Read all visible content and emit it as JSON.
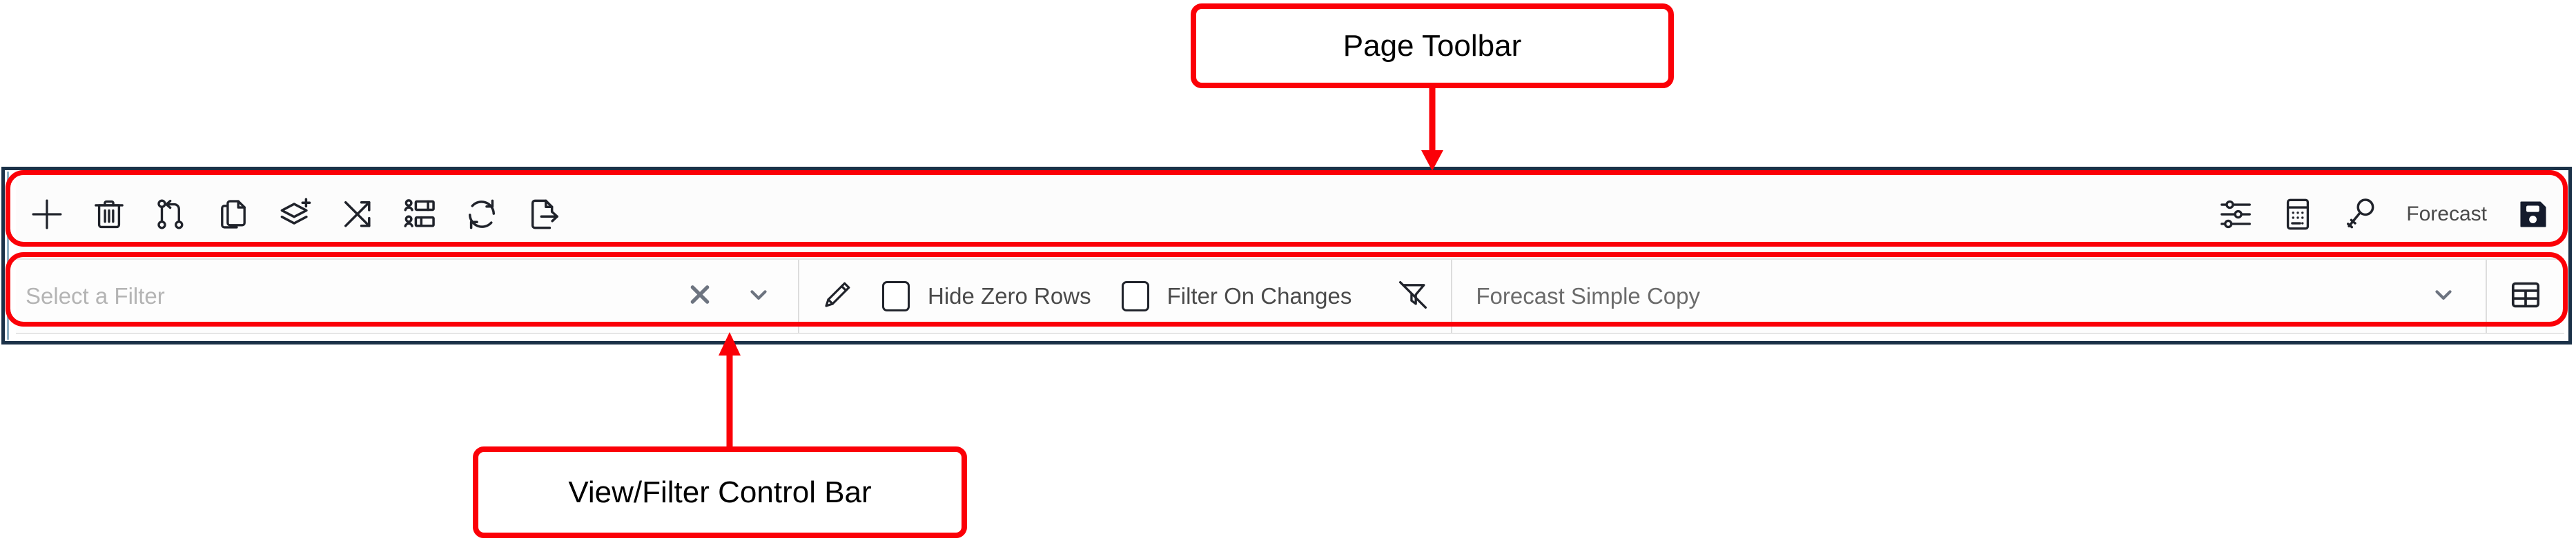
{
  "annotations": {
    "toolbar_callout": "Page Toolbar",
    "filter_callout": "View/Filter Control Bar",
    "highlight_color": "#fb0007"
  },
  "panel": {
    "border_color": "#1b3148",
    "background": "#ffffff"
  },
  "toolbar": {
    "left_buttons": [
      {
        "name": "add",
        "icon": "plus-icon",
        "tooltip": "Add"
      },
      {
        "name": "delete",
        "icon": "trash-icon",
        "tooltip": "Delete"
      },
      {
        "name": "merge",
        "icon": "merge-branch-icon",
        "tooltip": "Merge"
      },
      {
        "name": "copy",
        "icon": "copy-icon",
        "tooltip": "Copy"
      },
      {
        "name": "add-layer",
        "icon": "layers-plus-icon",
        "tooltip": "Add Layer"
      },
      {
        "name": "shuffle",
        "icon": "shuffle-arrows-icon",
        "tooltip": "Shuffle"
      },
      {
        "name": "assign-users",
        "icon": "user-assignment-icon",
        "tooltip": "Assign"
      },
      {
        "name": "refresh",
        "icon": "refresh-icon",
        "tooltip": "Refresh"
      },
      {
        "name": "export",
        "icon": "file-export-icon",
        "tooltip": "Export"
      }
    ],
    "right_buttons": [
      {
        "name": "settings",
        "icon": "sliders-icon",
        "tooltip": "Settings"
      },
      {
        "name": "calculator",
        "icon": "calculator-icon",
        "tooltip": "Calculator"
      },
      {
        "name": "key",
        "icon": "key-icon",
        "tooltip": "Key"
      }
    ],
    "context_label": "Forecast",
    "save_button": {
      "name": "save",
      "icon": "save-floppy-icon",
      "tooltip": "Save"
    }
  },
  "filter_bar": {
    "filter_select": {
      "placeholder": "Select a Filter",
      "value": "",
      "clear_icon": "close-x-icon",
      "caret_icon": "chevron-down-icon"
    },
    "edit_button": {
      "icon": "pencil-icon",
      "tooltip": "Edit Filter"
    },
    "checkboxes": [
      {
        "label": "Hide Zero Rows",
        "checked": false
      },
      {
        "label": "Filter On Changes",
        "checked": false
      }
    ],
    "clear_filter_button": {
      "icon": "filter-off-icon",
      "tooltip": "Clear Filter"
    },
    "view_select": {
      "value": "Forecast Simple Copy",
      "caret_icon": "chevron-down-icon"
    },
    "grid_button": {
      "icon": "table-grid-icon",
      "tooltip": "Grid Layout"
    }
  }
}
